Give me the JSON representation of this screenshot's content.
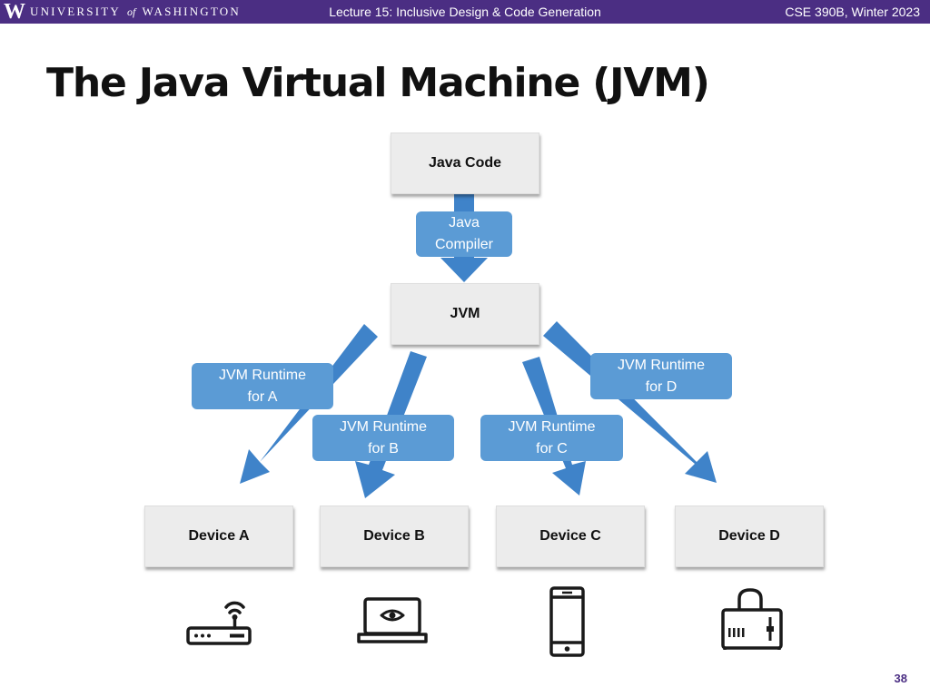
{
  "header": {
    "logo_letter": "W",
    "university_pre": "UNIVERSITY",
    "university_of": "of",
    "university_post": "WASHINGTON",
    "lecture": "Lecture 15: Inclusive Design & Code Generation",
    "course": "CSE 390B, Winter 2023"
  },
  "slide": {
    "title": "The Java Virtual Machine (JVM)",
    "page_number": "38"
  },
  "diagram": {
    "source_box": "Java Code",
    "compiler_label": "Java\nCompiler",
    "jvm_box": "JVM",
    "runtime_labels": {
      "a": "JVM Runtime\nfor A",
      "b": "JVM Runtime\nfor B",
      "c": "JVM Runtime\nfor C",
      "d": "JVM Runtime\nfor D"
    },
    "devices": [
      "Device A",
      "Device B",
      "Device C",
      "Device D"
    ],
    "device_icons": [
      "router-icon",
      "laptop-icon",
      "smartphone-icon",
      "toaster-icon"
    ]
  },
  "colors": {
    "header_purple": "#4b2e83",
    "arrow_blue": "#3f83c9",
    "label_blue": "#5b9bd5",
    "box_gray": "#ececec"
  }
}
